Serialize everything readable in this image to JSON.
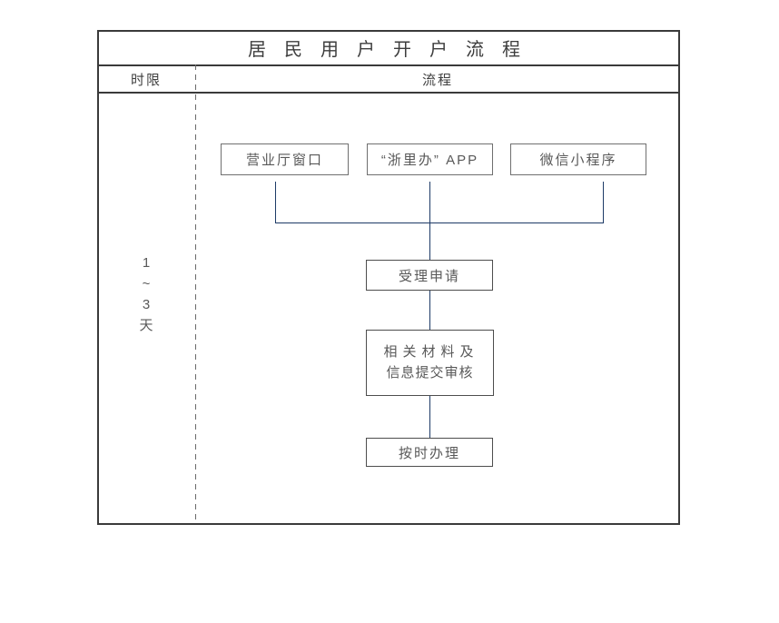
{
  "title": "居民用户开户流程",
  "columns": {
    "time_limit": "时限",
    "process": "流程"
  },
  "time_limit": {
    "chars": [
      "1",
      "~",
      "3",
      "天"
    ]
  },
  "flow": {
    "channels": [
      {
        "label": "营业厅窗口"
      },
      {
        "label": "“浙里办” APP"
      },
      {
        "label": "微信小程序"
      }
    ],
    "steps": {
      "accept": "受理申请",
      "materials_line1": "相关材料及",
      "materials_line2": "信息提交审核",
      "process": "按时办理"
    }
  },
  "colors": {
    "table_border": "#3a3a3a",
    "channel_box_border": "#6f6f6f",
    "step_box_border": "#4d4d4d",
    "box_text": "#595959",
    "connector": "#1d3a66",
    "background": "#ffffff"
  }
}
